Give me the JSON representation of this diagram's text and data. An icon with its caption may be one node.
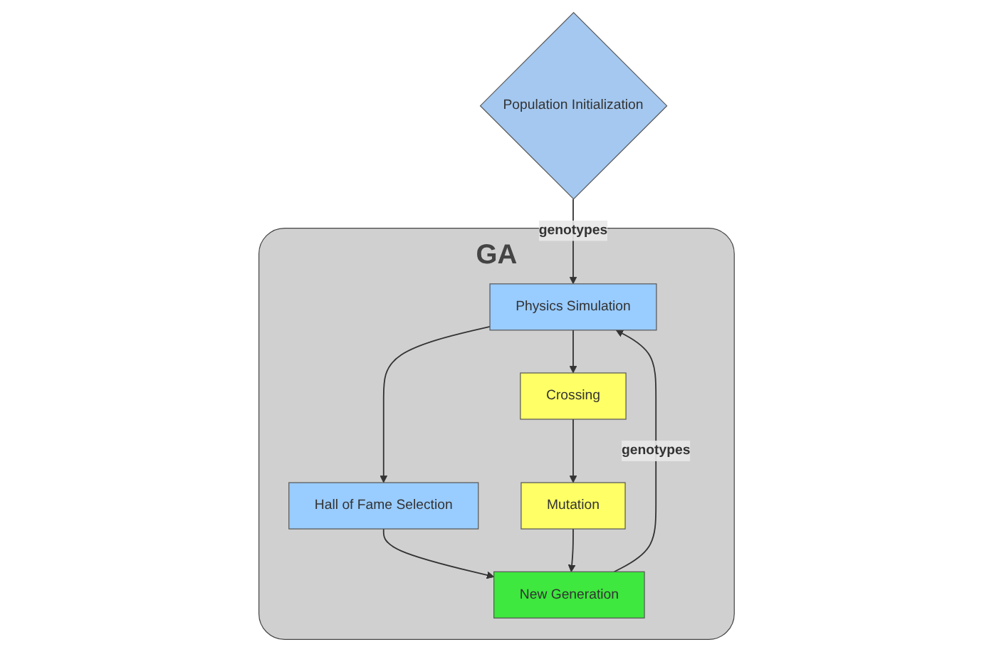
{
  "diagram": {
    "nodes": [
      {
        "text": [
          "Population Initialization"
        ]
      },
      {
        "text": [
          "GA"
        ]
      },
      {
        "text": [
          "New Generation"
        ],
        "in": 1
      },
      {
        "text": [
          "Physics Simulation"
        ],
        "in": 1
      },
      {
        "text": [
          "Hall of Fame Selection"
        ],
        "in": 1
      },
      {
        "text": [
          "Mutation"
        ],
        "in": 1
      },
      {
        "text": [
          "Crossing"
        ],
        "in": 1
      }
    ],
    "edges": [
      {
        "from": 0,
        "to": 3,
        "arrow": "to",
        "label": "genotypes"
      },
      {
        "from": 2,
        "to": 3,
        "arrow": "to",
        "label": "genotypes"
      },
      {
        "from": 3,
        "to": 4,
        "arrow": "to"
      },
      {
        "from": 3,
        "to": 6,
        "arrow": "to"
      },
      {
        "from": 4,
        "to": 2,
        "arrow": "to"
      },
      {
        "from": 6,
        "to": 5,
        "arrow": "to"
      },
      {
        "from": 5,
        "to": 2,
        "arrow": "to"
      }
    ]
  }
}
